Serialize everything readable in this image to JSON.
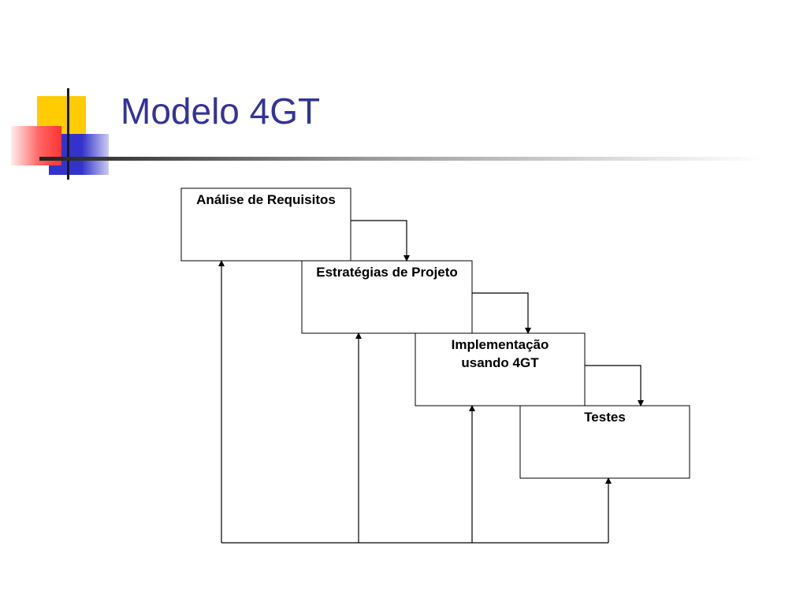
{
  "title": "Modelo 4GT",
  "steps": [
    {
      "lines": [
        "Análise de Requisitos"
      ]
    },
    {
      "lines": [
        "Estratégias de Projeto"
      ]
    },
    {
      "lines": [
        "Implementação",
        "usando 4GT"
      ]
    },
    {
      "lines": [
        "Testes"
      ]
    }
  ],
  "colors": {
    "title": "#333399",
    "accent_yellow": "#FFCC00",
    "accent_blue": "#3333CC",
    "accent_red": "#FF3333"
  }
}
